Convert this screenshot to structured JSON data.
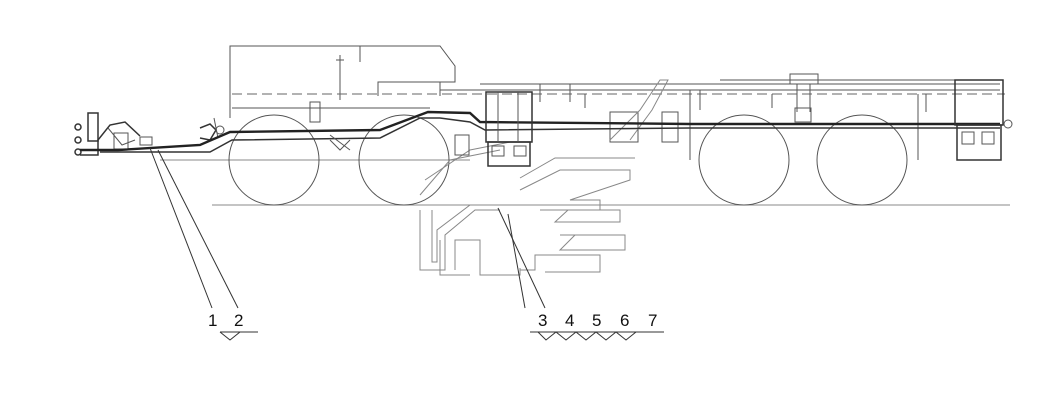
{
  "callouts": {
    "left_group": [
      "1",
      "2"
    ],
    "right_group": [
      "3",
      "4",
      "5",
      "6",
      "7"
    ]
  }
}
